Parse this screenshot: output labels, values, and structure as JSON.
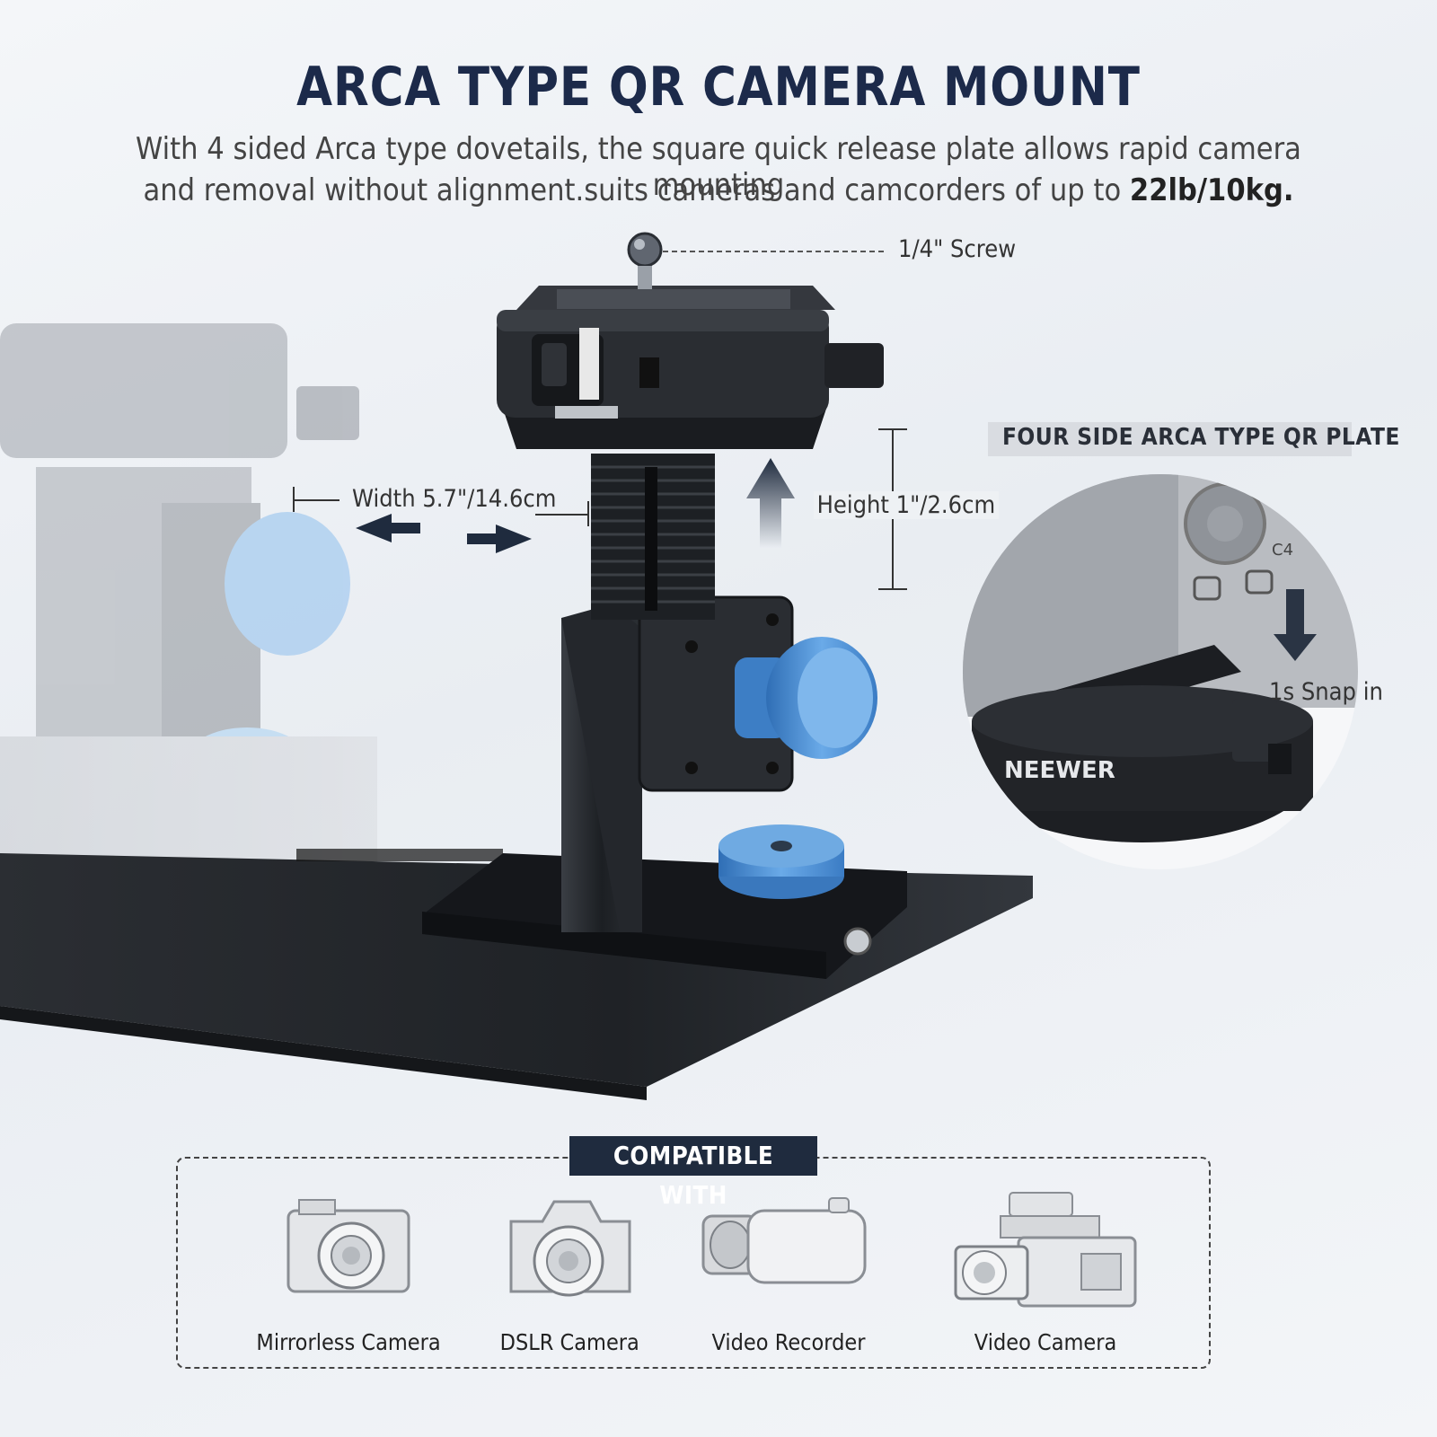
{
  "header": {
    "title": "ARCA TYPE QR CAMERA MOUNT",
    "subtitle_line1": "With 4 sided Arca type dovetails, the square quick release plate allows rapid camera mounting",
    "subtitle_line2_prefix": "and removal without alignment.suits cameras and camcorders of up to ",
    "subtitle_line2_bold": "22lb/10kg."
  },
  "callouts": {
    "screw": "1/4\" Screw",
    "width": "Width 5.7\"/14.6cm",
    "height": "Height 1\"/2.6cm"
  },
  "inset": {
    "title": "FOUR SIDE ARCA TYPE QR PLATE",
    "snap_label": "1s Snap in",
    "brand": "NEEWER",
    "dial_label": "C4"
  },
  "compatible": {
    "title": "COMPATIBLE WITH",
    "devices": [
      {
        "label": "Mirrorless Camera",
        "icon": "mirrorless-camera-icon"
      },
      {
        "label": "DSLR Camera",
        "icon": "dslr-camera-icon"
      },
      {
        "label": "Video Recorder",
        "icon": "video-recorder-icon"
      },
      {
        "label": "Video Camera",
        "icon": "video-camera-icon"
      }
    ]
  },
  "colors": {
    "title_navy": "#1c2a4a",
    "knob_blue": "#4f93d6",
    "badge_bg": "#1f2b3e",
    "metal_dark": "#1e2126"
  }
}
